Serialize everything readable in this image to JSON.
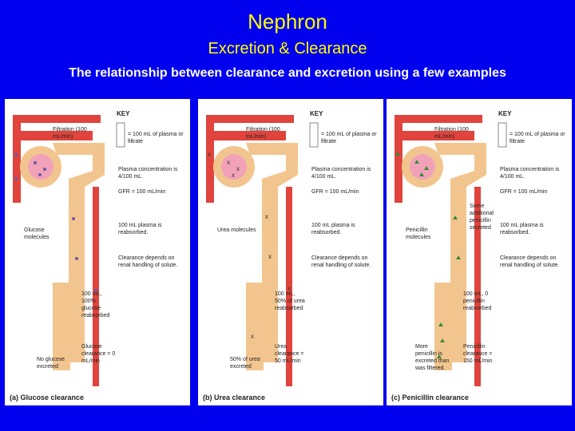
{
  "slide": {
    "title": "Nephron",
    "subtitle": "Excretion & Clearance",
    "heading": "The relationship between clearance and excretion using a few examples"
  },
  "colors": {
    "background": "#0000ee",
    "title": "#ffff00",
    "heading": "#ffffff",
    "tubule": "#f3c58e",
    "vessel": "#e0443c",
    "glomerulus": "#f2a2b8",
    "solute_glucose": "#6b5aa8",
    "solute_urea": "#333333",
    "solute_penicillin": "#3b8a3b"
  },
  "panels": [
    {
      "solute_icon": "purple-dot",
      "key_title": "KEY",
      "key_box_text": "= 100 mL of plasma or filtrate",
      "key_items": [
        "Plasma concentration is 4/100 mL.",
        "GFR = 100 mL/min",
        "100 mL plasma is reabsorbed.",
        "Clearance depends on renal handling of solute."
      ],
      "filtration_label": "Filtration (100 mL/min)",
      "molecule_label": "Glucose molecules",
      "reabsorbed_label": "100 mL, 100% glucose reabsorbed",
      "excreted_label": "No glucose excreted",
      "clearance_label": "Glucose clearance = 0 mL/min",
      "caption": "(a) Glucose clearance"
    },
    {
      "solute_icon": "x-mark",
      "key_title": "KEY",
      "key_box_text": "= 100 mL of plasma or filtrate",
      "key_items": [
        "Plasma concentration is 4/100 mL.",
        "GFR = 100 mL/min",
        "100 mL plasma is reabsorbed.",
        "Clearance depends on renal handling of solute."
      ],
      "filtration_label": "Filtration (100 mL/min)",
      "molecule_label": "Urea molecules",
      "reabsorbed_label": "100 mL, 50% of urea reabsorbed",
      "excreted_label": "50% of urea excreted",
      "clearance_label": "Urea clearance = 50 mL/min",
      "caption": "(b) Urea clearance"
    },
    {
      "solute_icon": "green-triangle",
      "key_title": "KEY",
      "key_box_text": "= 100 mL of plasma or filtrate",
      "key_items": [
        "Plasma concentration is 4/100 mL.",
        "GFR = 100 mL/min",
        "100 mL plasma is reabsorbed.",
        "Clearance depends on renal handling of solute."
      ],
      "filtration_label": "Filtration (100 mL/min)",
      "molecule_label": "Penicillin molecules",
      "secreted_label": "Some additional penicillin secreted",
      "reabsorbed_label": "100 mL, 0 penicillin reabsorbed",
      "excreted_label": "More penicillin is excreted than was filtered.",
      "clearance_label": "Penicillin clearance = 150 mL/min",
      "caption": "(c) Penicillin clearance"
    }
  ]
}
